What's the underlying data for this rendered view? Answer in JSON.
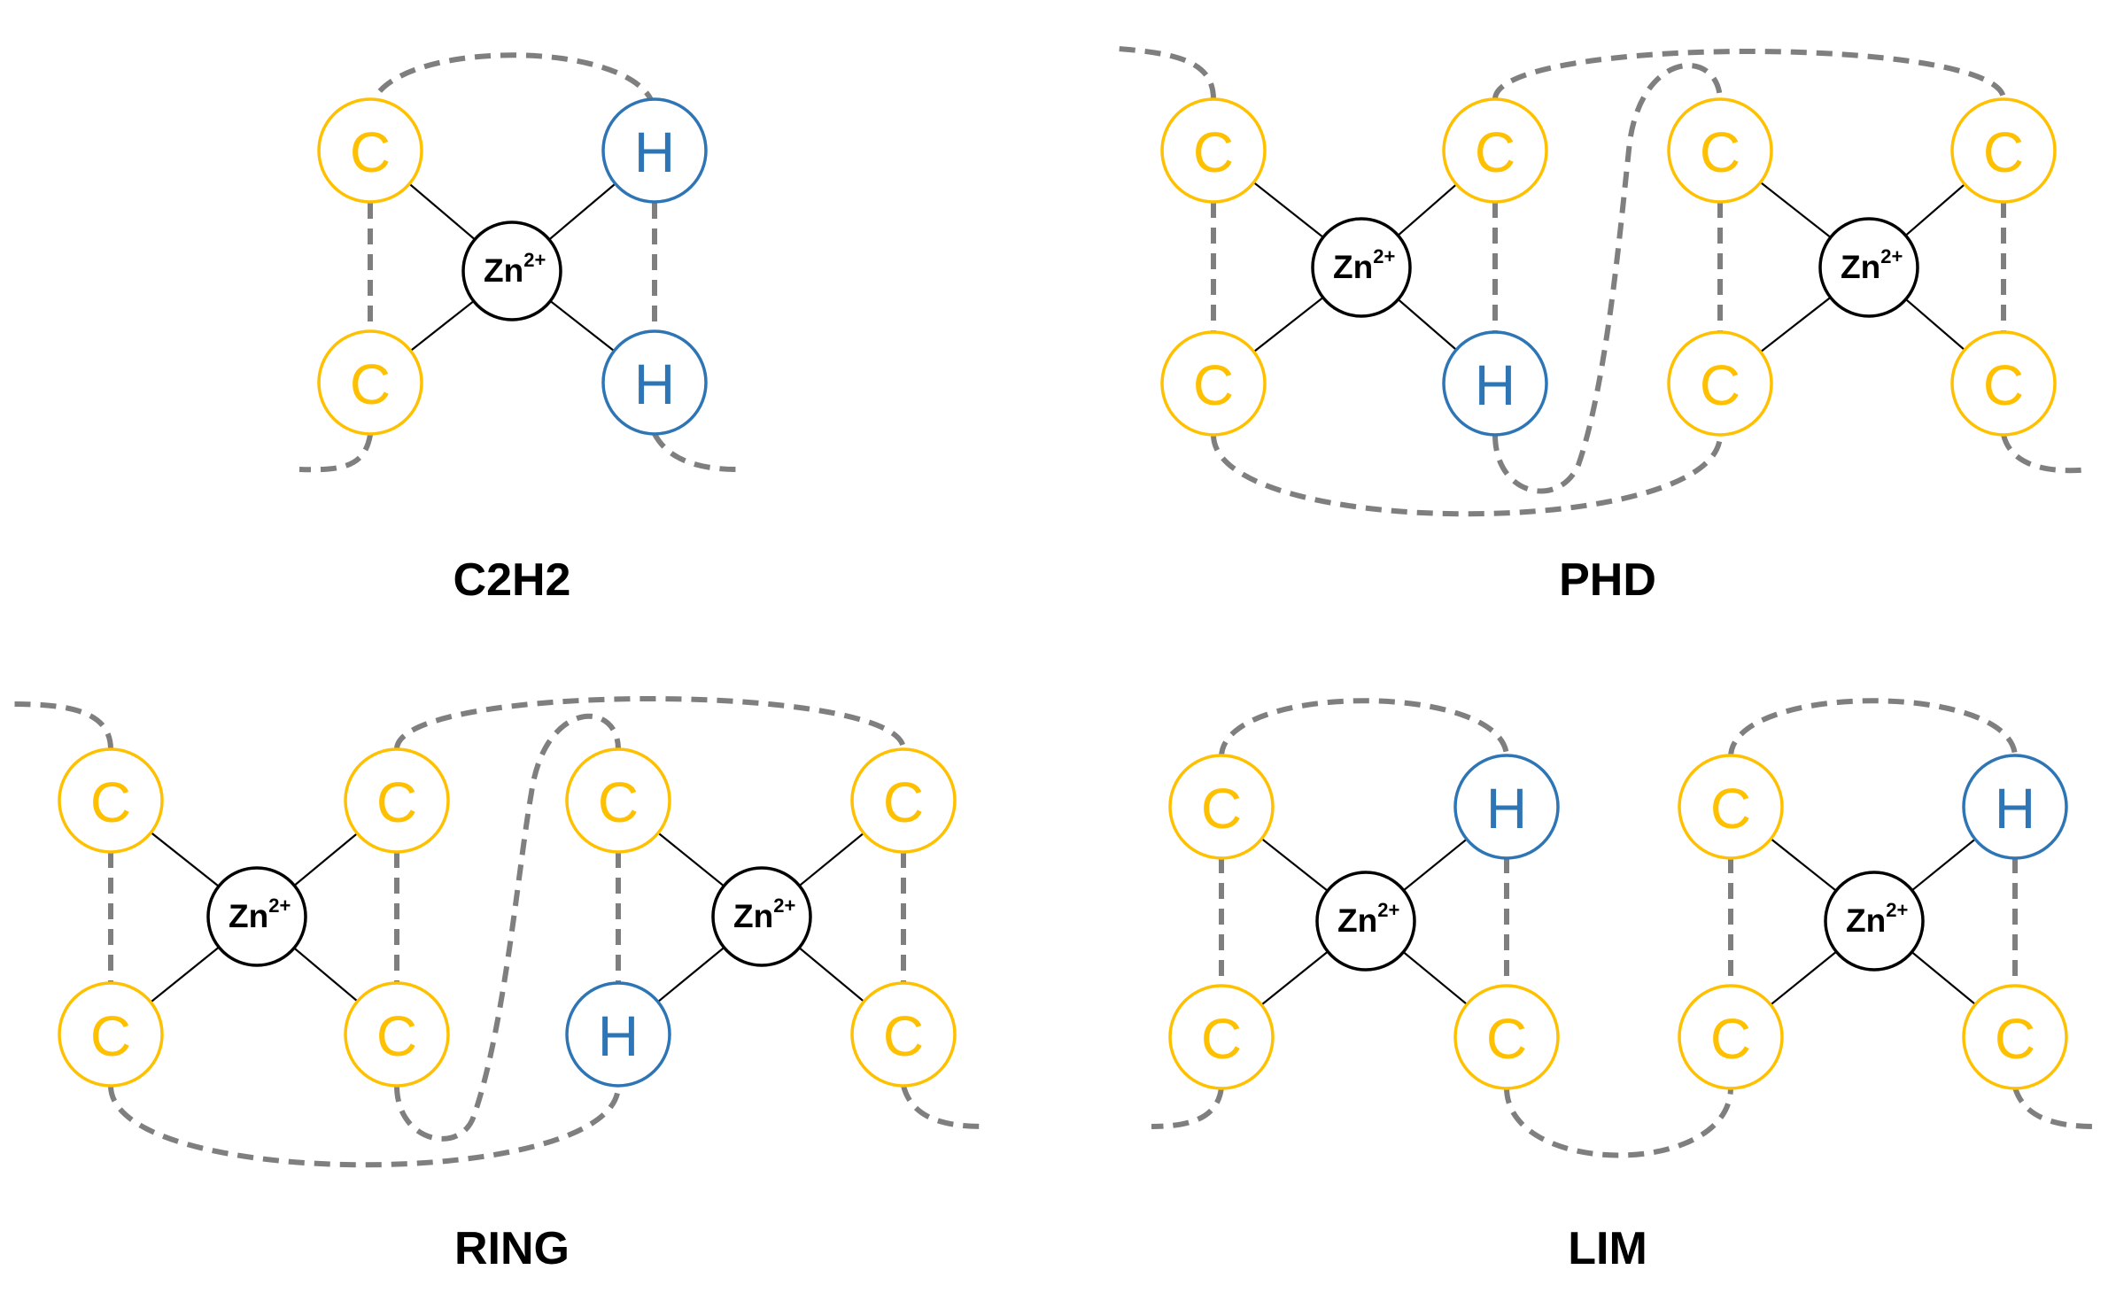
{
  "colors": {
    "cysteine": "#ffc000",
    "histidine": "#2e75b6",
    "chain": "#7f7f7f",
    "zinc": "#000000"
  },
  "residue_letters": {
    "cysteine": "C",
    "histidine": "H"
  },
  "zinc_ion": {
    "base": "Zn",
    "charge": "2+"
  },
  "panels": [
    {
      "name": "c2h2",
      "label": "C2H2",
      "sites": [
        {
          "residues": [
            "C",
            "H",
            "C",
            "H"
          ]
        }
      ]
    },
    {
      "name": "phd",
      "label": "PHD",
      "sites": [
        {
          "residues": [
            "C",
            "C",
            "C",
            "H"
          ]
        },
        {
          "residues": [
            "C",
            "C",
            "C",
            "C"
          ]
        }
      ]
    },
    {
      "name": "ring",
      "label": "RING",
      "sites": [
        {
          "residues": [
            "C",
            "C",
            "C",
            "C"
          ]
        },
        {
          "residues": [
            "C",
            "C",
            "H",
            "C"
          ]
        }
      ]
    },
    {
      "name": "lim",
      "label": "LIM",
      "sites": [
        {
          "residues": [
            "C",
            "H",
            "C",
            "C"
          ]
        },
        {
          "residues": [
            "C",
            "H",
            "C",
            "C"
          ]
        }
      ]
    }
  ]
}
